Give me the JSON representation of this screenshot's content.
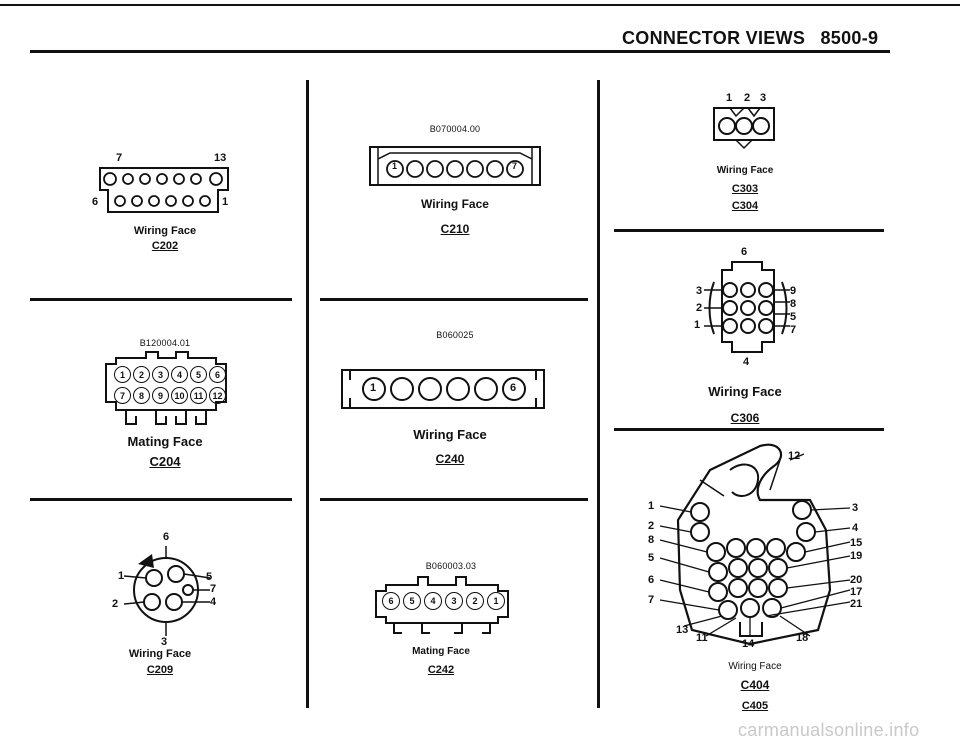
{
  "header": {
    "title": "CONNECTOR VIEWS",
    "page": "8500-9"
  },
  "c202": {
    "pin_left": "7",
    "pin_right": "13",
    "pin_6": "6",
    "pin_1": "1",
    "face": "Wiring Face",
    "code": "C202"
  },
  "c204": {
    "ref": "B120004.01",
    "face": "Mating Face",
    "code": "C204",
    "row1": [
      "1",
      "2",
      "3",
      "4",
      "5",
      "6"
    ],
    "row2": [
      "7",
      "8",
      "9",
      "10",
      "11",
      "12"
    ]
  },
  "c209": {
    "pins": [
      "6",
      "1",
      "5",
      "7",
      "2",
      "4",
      "3"
    ],
    "face": "Wiring Face",
    "code": "C209"
  },
  "c210": {
    "ref": "B070004.00",
    "pin_first": "1",
    "pin_last": "7",
    "face": "Wiring Face",
    "code": "C210"
  },
  "c240": {
    "ref": "B060025",
    "pin_first": "1",
    "pin_last": "6",
    "face": "Wiring Face",
    "code": "C240"
  },
  "c242": {
    "ref": "B060003.03",
    "pins": [
      "6",
      "5",
      "4",
      "3",
      "2",
      "1"
    ],
    "face": "Mating Face",
    "code": "C242"
  },
  "c303": {
    "pins": [
      "1",
      "2",
      "3"
    ],
    "face": "Wiring Face",
    "code1": "C303",
    "code2": "C304"
  },
  "c306": {
    "pin_top": "6",
    "pin_bottom": "4",
    "left": [
      "3",
      "2",
      "1"
    ],
    "right": [
      "9",
      "8",
      "5",
      "7"
    ],
    "face": "Wiring Face",
    "code": "C306"
  },
  "c404": {
    "top": "12",
    "left": [
      "1",
      "2",
      "8",
      "5",
      "6",
      "7"
    ],
    "right": [
      "3",
      "4",
      "15",
      "19",
      "20",
      "17",
      "21"
    ],
    "bottom": [
      "13",
      "11",
      "14",
      "18"
    ],
    "face": "Wiring Face",
    "code1": "C404",
    "code2": "C405"
  },
  "watermark": "carmanualsonline.info"
}
